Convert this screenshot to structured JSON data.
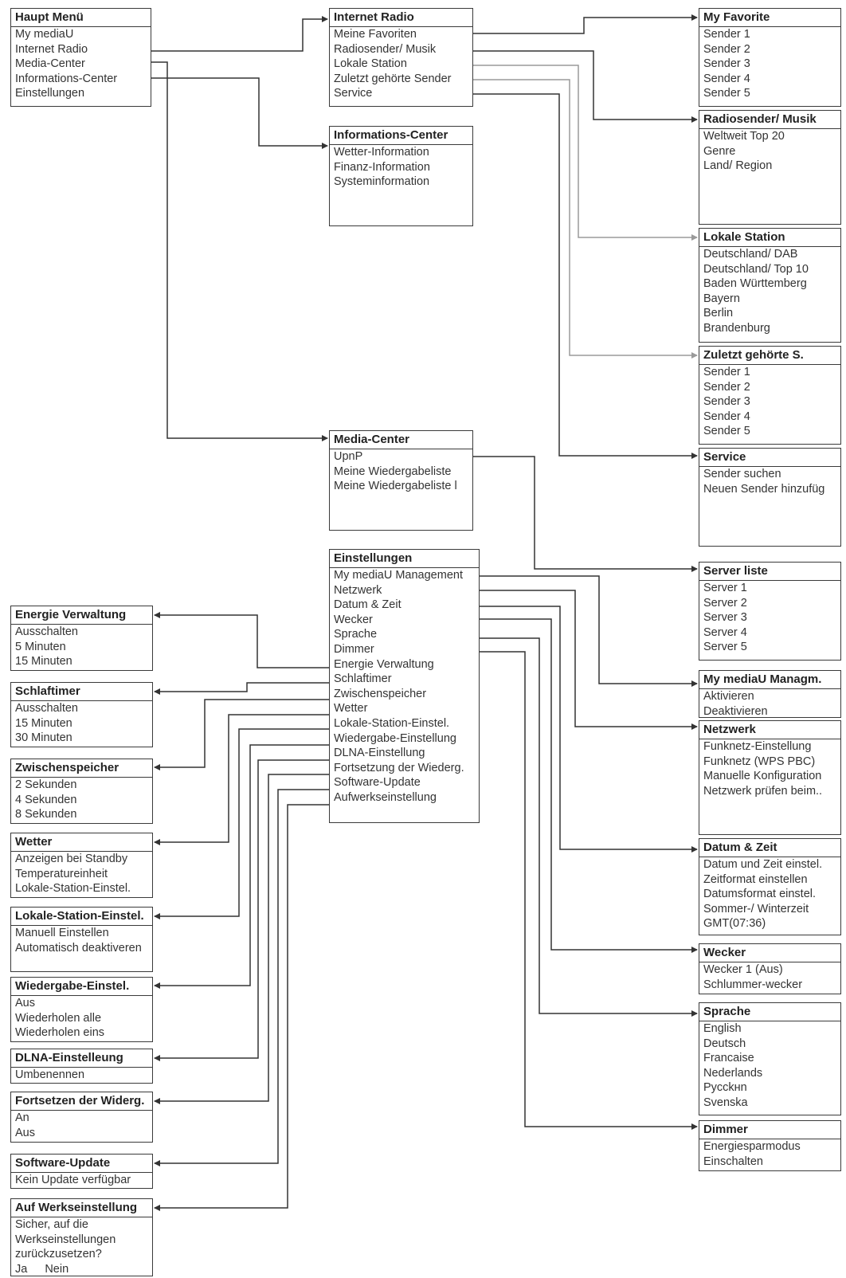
{
  "boxes": {
    "haupt": {
      "title": "Haupt Menü",
      "items": [
        "My mediaU",
        "Internet Radio",
        "Media-Center",
        "Informations-Center",
        "Einstellungen"
      ]
    },
    "iradio": {
      "title": "Internet Radio",
      "items": [
        "Meine Favoriten",
        "Radiosender/ Musik",
        "Lokale Station",
        "Zuletzt gehörte Sender",
        "Service"
      ]
    },
    "infocenter": {
      "title": "Informations-Center",
      "items": [
        "Wetter-Information",
        "Finanz-Information",
        "Systeminformation"
      ]
    },
    "mediacenter": {
      "title": "Media-Center",
      "items": [
        "UpnP",
        "Meine Wiedergabeliste",
        "Meine Wiedergabeliste l"
      ]
    },
    "einst": {
      "title": "Einstellungen",
      "items": [
        "My mediaU Management",
        "Netzwerk",
        "Datum & Zeit",
        "Wecker",
        "Sprache",
        "Dimmer",
        "Energie Verwaltung",
        "Schlaftimer",
        "Zwischenspeicher",
        "Wetter",
        "Lokale-Station-Einstel.",
        "Wiedergabe-Einstellung",
        "DLNA-Einstellung",
        "Fortsetzung der Wiederg.",
        "Software-Update",
        "Aufwerkseinstellung"
      ]
    },
    "favorite": {
      "title": "My Favorite",
      "items": [
        "Sender 1",
        "Sender 2",
        "Sender 3",
        "Sender 4",
        "Sender 5"
      ]
    },
    "radiomusik": {
      "title": "Radiosender/ Musik",
      "items": [
        "Weltweit Top 20",
        "Genre",
        "Land/ Region"
      ]
    },
    "lokal": {
      "title": "Lokale Station",
      "items": [
        "Deutschland/ DAB",
        "Deutschland/ Top 10",
        "Baden Württemberg",
        "Bayern",
        "Berlin",
        "Brandenburg"
      ]
    },
    "zuletzt": {
      "title": "Zuletzt gehörte S.",
      "items": [
        "Sender 1",
        "Sender 2",
        "Sender 3",
        "Sender 4",
        "Sender 5"
      ]
    },
    "service": {
      "title": "Service",
      "items": [
        "Sender suchen",
        "Neuen Sender hinzufüg"
      ]
    },
    "serverliste": {
      "title": "Server liste",
      "items": [
        "Server 1",
        "Server 2",
        "Server 3",
        "Server 4",
        "Server 5"
      ]
    },
    "mediau": {
      "title": "My mediaU Managm.",
      "items": [
        "Aktivieren",
        "Deaktivieren"
      ]
    },
    "netzwerk": {
      "title": "Netzwerk",
      "items": [
        "Funknetz-Einstellung",
        "Funknetz (WPS PBC)",
        "Manuelle Konfiguration",
        "Netzwerk prüfen beim.."
      ]
    },
    "datum": {
      "title": "Datum & Zeit",
      "items": [
        "Datum und Zeit einstel.",
        "Zeitformat einstellen",
        "Datumsformat einstel.",
        "Sommer-/ Winterzeit",
        "GMT(07:36)"
      ]
    },
    "wecker": {
      "title": "Wecker",
      "items": [
        "Wecker 1 (Aus)",
        "Schlummer-wecker"
      ]
    },
    "sprache": {
      "title": "Sprache",
      "items": [
        "English",
        "Deutsch",
        "Francaise",
        "Nederlands",
        "Pycckнn",
        "Svenska"
      ]
    },
    "dimmer": {
      "title": "Dimmer",
      "items": [
        "Energiesparmodus",
        "Einschalten"
      ]
    },
    "energie": {
      "title": "Energie Verwaltung",
      "items": [
        "Ausschalten",
        "5 Minuten",
        "15 Minuten"
      ]
    },
    "schlaf": {
      "title": "Schlaftimer",
      "items": [
        "Ausschalten",
        "15 Minuten",
        "30 Minuten"
      ]
    },
    "zwischen": {
      "title": "Zwischenspeicher",
      "items": [
        "2 Sekunden",
        "4 Sekunden",
        "8 Sekunden"
      ]
    },
    "wetter": {
      "title": "Wetter",
      "items": [
        "Anzeigen bei Standby",
        "Temperatureinheit",
        "Lokale-Station-Einstel."
      ]
    },
    "lokaleinst": {
      "title": "Lokale-Station-Einstel.",
      "items": [
        "Manuell Einstellen",
        "Automatisch deaktiveren"
      ]
    },
    "wiedergabe": {
      "title": "Wiedergabe-Einstel.",
      "items": [
        "Aus",
        "Wiederholen alle",
        "Wiederholen eins"
      ]
    },
    "dlna": {
      "title": "DLNA-Einstelleung",
      "items": [
        "Umbenennen"
      ]
    },
    "fortsetzen": {
      "title": "Fortsetzen der Widerg.",
      "items": [
        "An",
        "Aus"
      ]
    },
    "software": {
      "title": "Software-Update",
      "items": [
        "Kein Update verfügbar"
      ]
    },
    "werk": {
      "title": "Auf Werkseinstellung",
      "items": [
        "Sicher, auf die",
        "Werkseinstellungen",
        "zurückzusetzen?"
      ],
      "choices": [
        "Ja",
        "Nein"
      ]
    }
  }
}
